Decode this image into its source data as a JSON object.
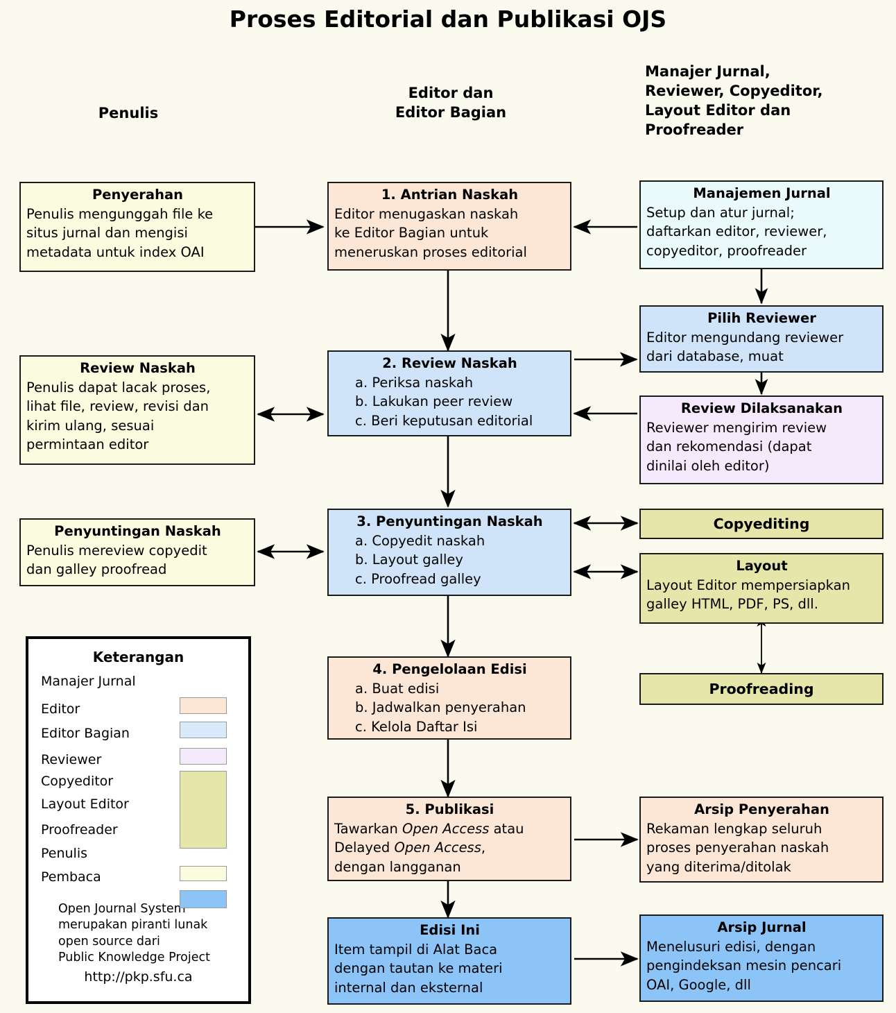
{
  "title": "Proses Editorial dan Publikasi OJS",
  "columns": {
    "penulis": "Penulis",
    "editor": "Editor dan\nEditor Bagian",
    "manajer": "Manajer Jurnal,\nReviewer, Copyeditor,\nLayout Editor dan\nProofreader"
  },
  "boxes": {
    "penyerahan": {
      "title": "Penyerahan",
      "lines": [
        "Penulis mengunggah file ke",
        "situs jurnal dan mengisi",
        "metadata untuk index OAI"
      ],
      "color": "#fbfbe0",
      "role": "Penulis"
    },
    "antrian": {
      "title": "1. Antrian Naskah",
      "lines": [
        "Editor menugaskan naskah",
        "ke Editor Bagian untuk",
        "meneruskan proses editorial"
      ],
      "color": "#fce7d6",
      "role": "Editor"
    },
    "manajemen": {
      "title": "Manajemen Jurnal",
      "lines": [
        "Setup dan atur jurnal;",
        "daftarkan editor, reviewer,",
        "copyeditor, proofreader"
      ],
      "color": "#eafafb",
      "role": "Manajer Jurnal"
    },
    "pilih_reviewer": {
      "title": "Pilih Reviewer",
      "lines": [
        "Editor mengundang reviewer",
        "dari database, muat"
      ],
      "color": "#cfe4f8",
      "role": "Editor Bagian"
    },
    "review_dilaksanakan": {
      "title": "Review Dilaksanakan",
      "lines": [
        "Reviewer mengirim review",
        "dan rekomendasi (dapat",
        "dinilai oleh editor)"
      ],
      "color": "#f4eafc",
      "role": "Reviewer"
    },
    "review_naskah_penulis": {
      "title": "Review Naskah",
      "lines": [
        "Penulis dapat lacak proses,",
        "lihat file, review, revisi dan",
        "kirim ulang, sesuai",
        "permintaan editor"
      ],
      "color": "#fbfbe0",
      "role": "Penulis"
    },
    "review_naskah": {
      "title": "2. Review Naskah",
      "lines": [
        "a. Periksa naskah",
        "b. Lakukan peer review",
        "c. Beri keputusan editorial"
      ],
      "color": "#cfe4f8",
      "role": "Editor Bagian"
    },
    "penyuntingan_penulis": {
      "title": "Penyuntingan Naskah",
      "lines": [
        "Penulis mereview copyedit",
        "dan galley proofread"
      ],
      "color": "#fbfbe0",
      "role": "Penulis"
    },
    "penyuntingan": {
      "title": "3. Penyuntingan Naskah",
      "lines": [
        "a. Copyedit naskah",
        "b. Layout galley",
        "c. Proofread galley"
      ],
      "color": "#cfe4f8",
      "role": "Editor Bagian"
    },
    "copyediting": {
      "title": "Copyediting",
      "lines": [],
      "color": "#e6e6aa",
      "role": "Copyeditor"
    },
    "layout": {
      "title": "Layout",
      "lines": [
        "Layout Editor mempersiapkan",
        "galley HTML, PDF, PS, dll."
      ],
      "color": "#e6e6aa",
      "role": "Layout Editor"
    },
    "proofreading": {
      "title": "Proofreading",
      "lines": [],
      "color": "#e6e6aa",
      "role": "Proofreader"
    },
    "pengelolaan": {
      "title": "4. Pengelolaan Edisi",
      "lines": [
        "a. Buat edisi",
        "b. Jadwalkan penyerahan",
        "c. Kelola Daftar Isi"
      ],
      "color": "#fce7d6",
      "role": "Editor"
    },
    "publikasi": {
      "title": "5. Publikasi",
      "lines": [
        "Tawarkan Open Access atau",
        "Delayed Open Access,",
        "dengan langganan"
      ],
      "color": "#fce7d6",
      "role": "Editor"
    },
    "arsip_penyerahan": {
      "title": "Arsip Penyerahan",
      "lines": [
        "Rekaman lengkap seluruh",
        "proses penyerahan naskah",
        "yang diterima/ditolak"
      ],
      "color": "#fce7d6",
      "role": "Editor"
    },
    "edisi_ini": {
      "title": "Edisi Ini",
      "lines": [
        "Item tampil di Alat Baca",
        "dengan tautan ke materi",
        "internal dan eksternal"
      ],
      "color": "#8dc4f7",
      "role": "Pembaca"
    },
    "arsip_jurnal": {
      "title": "Arsip Jurnal",
      "lines": [
        "Menelusuri edisi, dengan",
        "pengindeksan mesin pencari",
        "OAI, Google, dll"
      ],
      "color": "#8dc4f7",
      "role": "Pembaca"
    }
  },
  "legend": {
    "title": "Keterangan",
    "items": [
      {
        "label": "Manajer Jurnal",
        "color": ""
      },
      {
        "label": "Editor",
        "color": "#fce7d6"
      },
      {
        "label": "Editor Bagian",
        "color": "#d9eafb"
      },
      {
        "label": "Reviewer",
        "color": "#f4eafc"
      },
      {
        "label": "Copyeditor",
        "color": "#e6e6aa"
      },
      {
        "label": "Layout Editor",
        "color": "#e6e6aa"
      },
      {
        "label": "Proofreader",
        "color": "#e6e6aa"
      },
      {
        "label": "Penulis",
        "color": "#fbfbe0"
      },
      {
        "label": "Pembaca",
        "color": "#8dc4f7"
      }
    ],
    "note": "Open Journal System\nmerupakan piranti lunak\nopen source dari\nPublic Knowledge Project",
    "url": "http://pkp.sfu.ca"
  }
}
